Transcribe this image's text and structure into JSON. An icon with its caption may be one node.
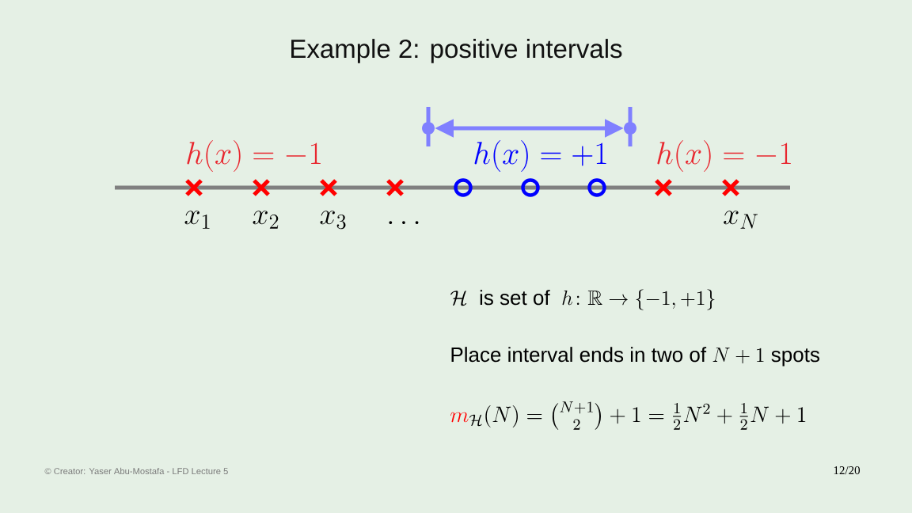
{
  "diagram": {
    "title": "Example 2: positive intervals",
    "labels": [
      "h(x) = -1",
      "h(x) = +1",
      "h(x) = -1",
      "x_1",
      "x_2",
      "x_3",
      "\\ldots",
      "x_N",
      "\\mathcal{H}\\ \\ \\text{is set of}\\ \\ h\\colon \\mathbb{R} \\to \\{-1,+1\\}",
      "\\text{Place interval ends in two of } N+1 \\text{ spots}",
      "\\textcolor{red}{m}_{\\mathcal{H}}(N) = \\binom{N+1}{2} + 1 = \\tfrac{1}{2}N^2 + \\tfrac{1}{2}N + 1",
      "© Creator: Yaser Abu-Mostafa - LFD Lecture 5",
      "12/20"
    ]
  }
}
